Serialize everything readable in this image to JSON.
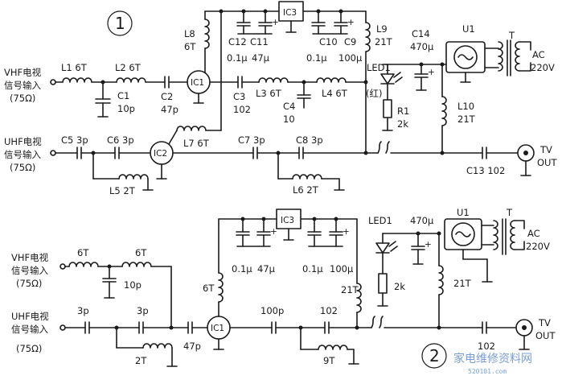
{
  "circuit1": {
    "number": "1",
    "vhf_input": [
      "VHF电视",
      "信号输入",
      "(75Ω)"
    ],
    "uhf_input": [
      "UHF电视",
      "信号输入",
      "(75Ω)"
    ],
    "L1": "L1  6T",
    "L2": "L2  6T",
    "C1": [
      "C1",
      "10p"
    ],
    "C2": [
      "C2",
      "47p"
    ],
    "IC1": "IC1",
    "IC2": "IC2",
    "IC3": "IC3",
    "L8": [
      "L8",
      "6T"
    ],
    "C12": "C12",
    "C11": "C11",
    "C10": "C10",
    "C9": "C9",
    "C12v": "0.1μ",
    "C11v": "47μ",
    "C10v": "0.1μ",
    "C9v": "100μ",
    "L9": [
      "L9",
      "21T"
    ],
    "C14": [
      "C14",
      "470μ"
    ],
    "U1": "U1",
    "T": "T",
    "AC": [
      "AC",
      "220V"
    ],
    "LED1": "LED1",
    "LED_color": "(红)",
    "R1": [
      "R1",
      "2k"
    ],
    "L10": [
      "L10",
      "21T"
    ],
    "C3": [
      "C3",
      "102"
    ],
    "L3": "L3  6T",
    "L4": "L4  6T",
    "C4": [
      "C4",
      "10"
    ],
    "C5": "C5  3p",
    "C6": "C6  3p",
    "L7": "L7  6T",
    "C7": "C7   3p",
    "C8": "C8   3p",
    "L5": "L5 2T",
    "L6": "L6  2T",
    "C13": "C13  102",
    "TV_OUT": [
      "TV",
      "OUT"
    ]
  },
  "circuit2": {
    "number": "2",
    "vhf_input": [
      "VHF电视",
      "信号输入",
      "(75Ω)"
    ],
    "uhf_input": [
      "UHF电视",
      "信号输入",
      "(75Ω)"
    ],
    "L_a": "6T",
    "L_b": "6T",
    "C_a": "10p",
    "C_uhf1": "3p",
    "C_uhf2": "3p",
    "L_2T": "2T",
    "C_47p": "47p",
    "IC1": "IC1",
    "IC3": "IC3",
    "L_6T": "6T",
    "C_vals": [
      "0.1μ",
      "47μ",
      "0.1μ",
      "100μ"
    ],
    "L_21T_a": "21T",
    "C_100p": "100p",
    "C_102a": "102",
    "L_9T": "9T",
    "LED1": "LED1",
    "C_470": "470μ",
    "R_2k": "2k",
    "L_21T_b": "21T",
    "U1": "U1",
    "T": "T",
    "AC": [
      "AC",
      "220V"
    ],
    "C_102b": "102",
    "TV_OUT": [
      "TV",
      "OUT"
    ]
  },
  "watermark": {
    "text": "家电维修资料网",
    "url": "520101.com"
  }
}
